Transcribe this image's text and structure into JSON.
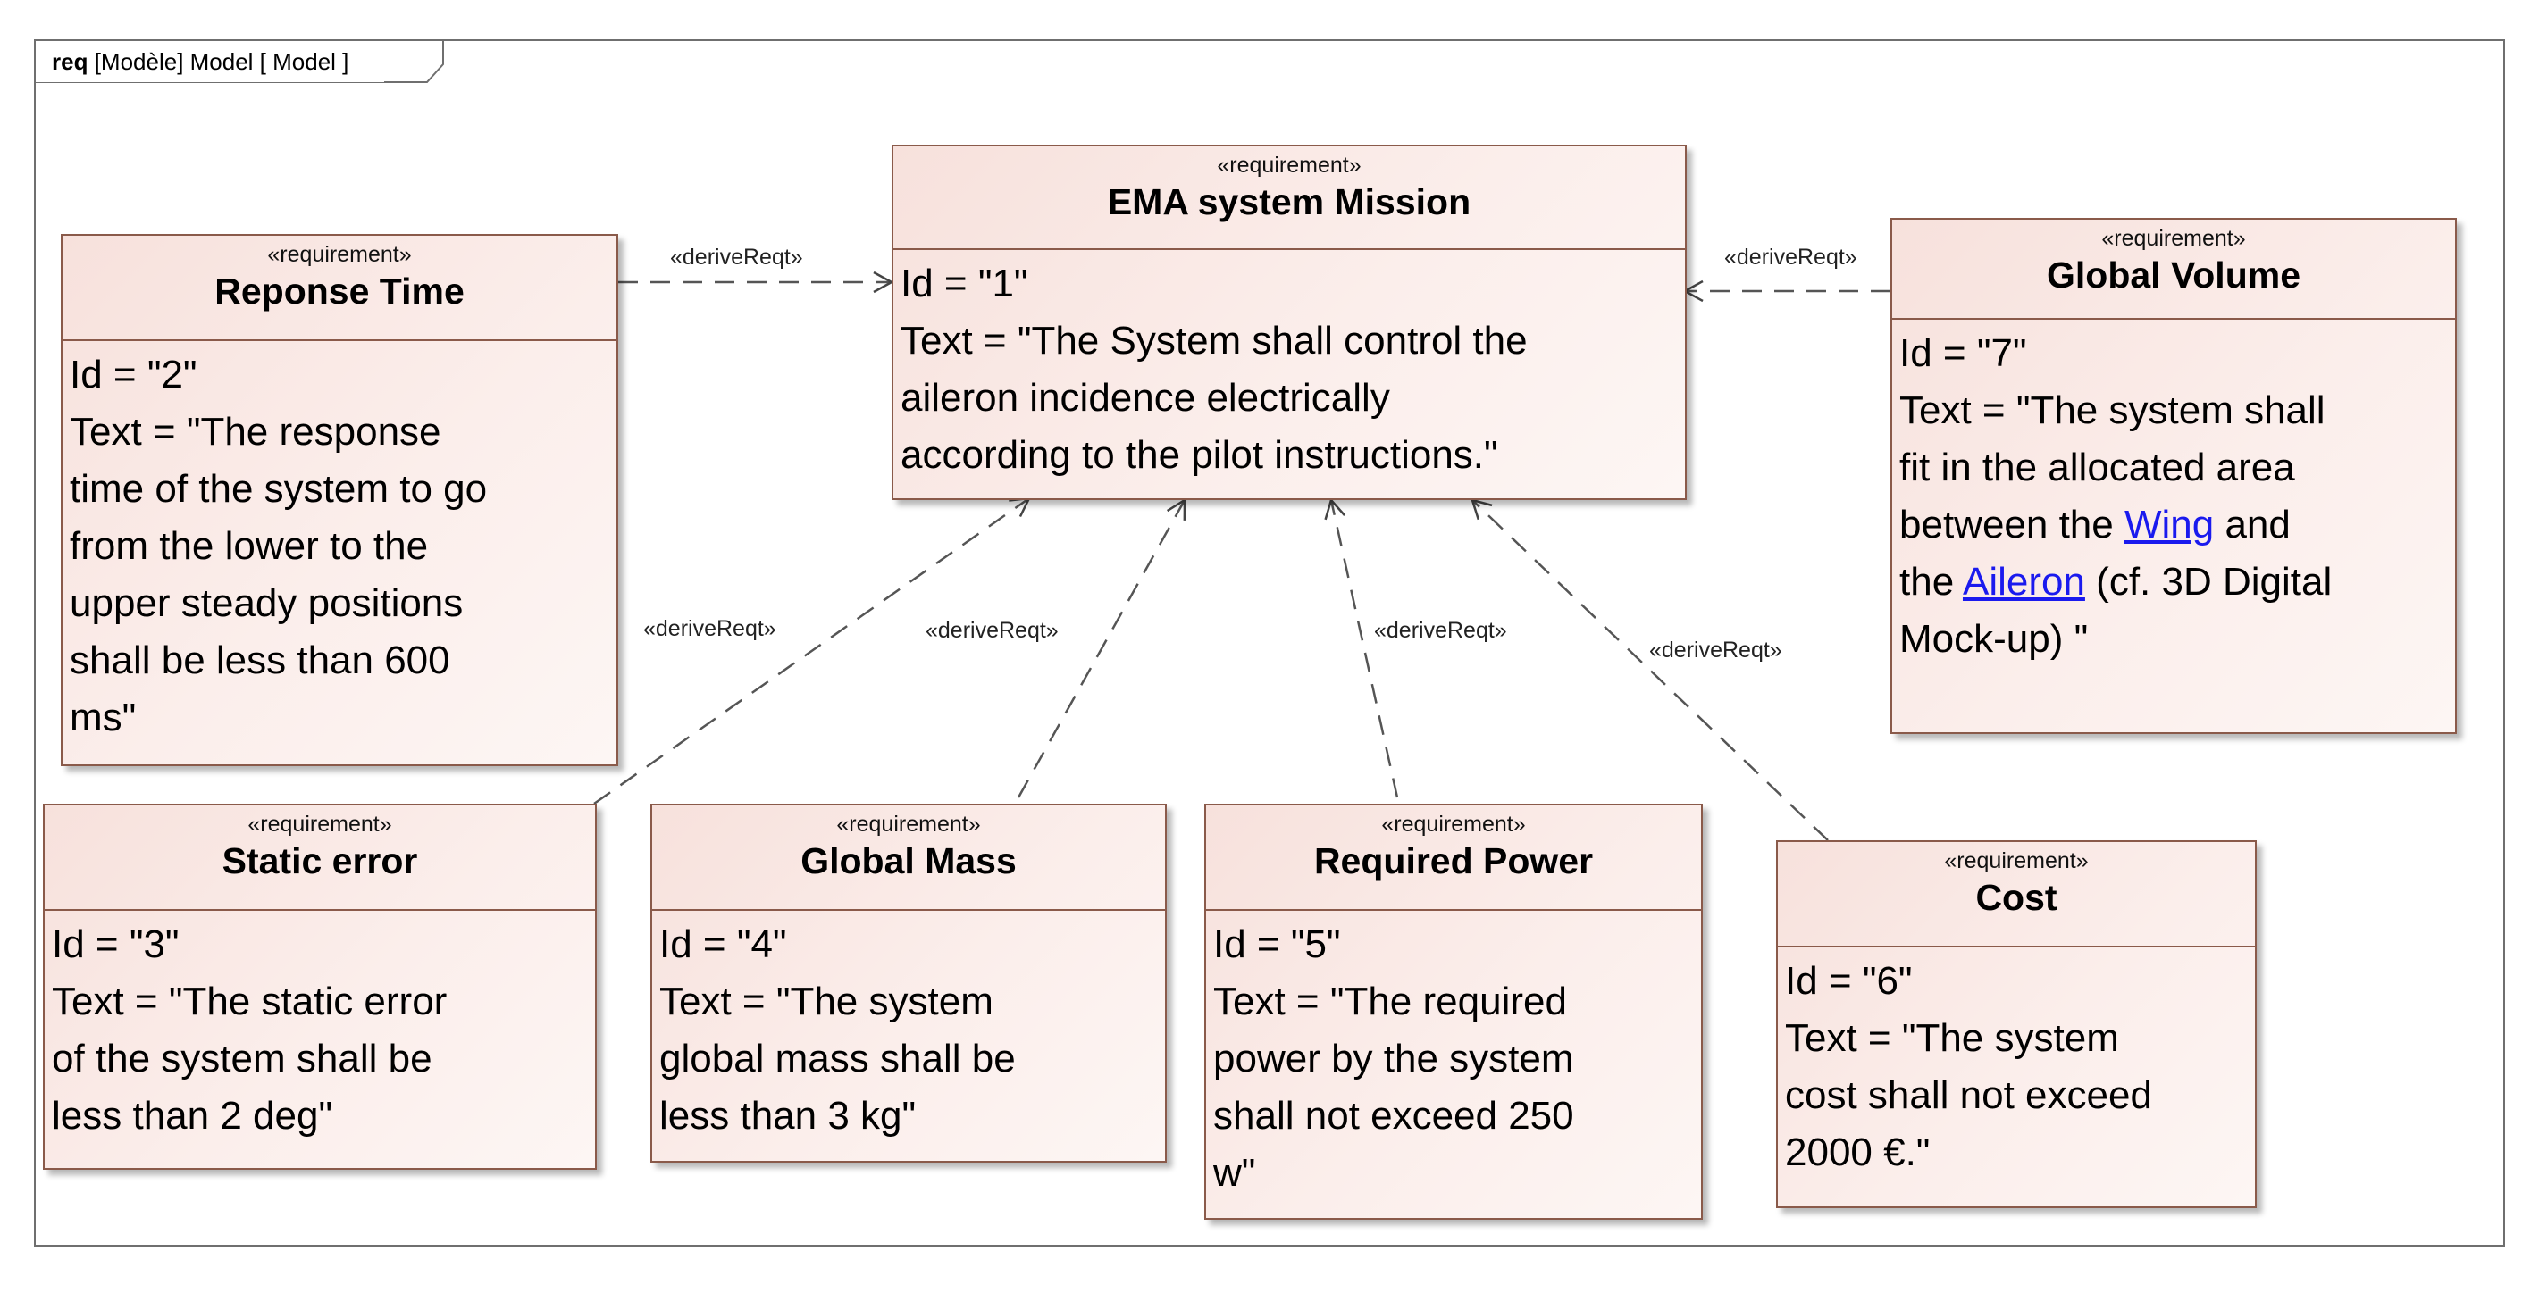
{
  "diagram": {
    "frame_label": {
      "keyword": "req",
      "text": "[Modèle] Model [ Model ]"
    },
    "relation_label": "«deriveReqt»",
    "requirements": [
      {
        "key": "ema",
        "stereotype": "«requirement»",
        "name": "EMA system Mission",
        "lines": [
          "Id = \"1\"",
          "Text = \"The System shall control the",
          "aileron incidence electrically",
          "according to the pilot instructions.\""
        ]
      },
      {
        "key": "response",
        "stereotype": "«requirement»",
        "name": "Reponse Time",
        "lines": [
          "Id = \"2\"",
          "Text = \"The response",
          "time of the system to go",
          "from the lower to the",
          "upper steady positions",
          "shall be less than 600",
          "ms\""
        ]
      },
      {
        "key": "static",
        "stereotype": "«requirement»",
        "name": "Static error",
        "lines": [
          "Id = \"3\"",
          "Text = \"The static error",
          "of the system shall be",
          "less than 2 deg\""
        ]
      },
      {
        "key": "mass",
        "stereotype": "«requirement»",
        "name": "Global Mass",
        "lines": [
          "Id = \"4\"",
          "Text = \"The system",
          "global mass shall be",
          "less than 3 kg\""
        ]
      },
      {
        "key": "power",
        "stereotype": "«requirement»",
        "name": "Required Power",
        "lines": [
          "Id = \"5\"",
          "Text = \"The required",
          "power by the system",
          "shall not exceed 250",
          "w\""
        ]
      },
      {
        "key": "cost",
        "stereotype": "«requirement»",
        "name": "Cost",
        "lines": [
          "Id = \"6\"",
          "Text = \"The system",
          "cost shall not exceed",
          "2000 €.\""
        ]
      },
      {
        "key": "volume",
        "stereotype": "«requirement»",
        "name": "Global Volume",
        "lines": [
          "Id = \"7\"",
          "Text = \"The system shall",
          "fit in the allocated area"
        ],
        "link_line_1": {
          "prefix": "between the ",
          "link": "Wing",
          "suffix": " and"
        },
        "link_line_2": {
          "prefix": "the ",
          "link": "Aileron",
          "suffix": " (cf. 3D Digital"
        },
        "tail_lines": [
          "Mock-up) \""
        ]
      }
    ]
  }
}
